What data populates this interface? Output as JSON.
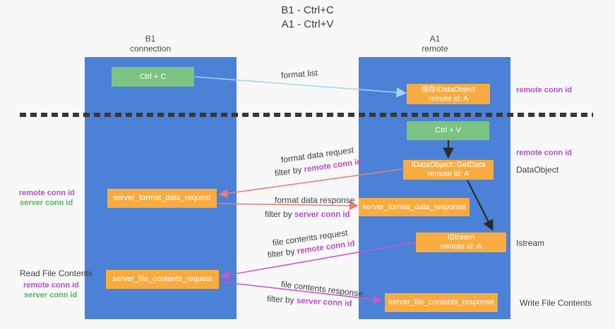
{
  "title": {
    "line1": "B1 - Ctrl+C",
    "line2": "A1 - Ctrl+V"
  },
  "columns": {
    "left": {
      "name": "B1",
      "subtitle": "connection"
    },
    "right": {
      "name": "A1",
      "subtitle": "remote"
    }
  },
  "boxes": {
    "ctrl_c": "Ctrl + C",
    "ctrl_v": "Ctrl + V",
    "save_dataobject": {
      "line1": "保存IDataObject",
      "line2": "remote id: A"
    },
    "getdata": {
      "line1": "IDataObject::GetData",
      "line2": "remote id: A"
    },
    "istream": {
      "line1": "IStream",
      "line2": "remote id: A"
    },
    "format_request": "server_format_data_request",
    "format_response": "server_format_data_response",
    "file_request": "server_file_contents_request",
    "file_response": "server_file_contents_response"
  },
  "labels": {
    "format_list": "format list",
    "format_data_request": "format data request",
    "format_data_response": "format data response",
    "file_contents_request": "file contents request",
    "file_contents_response": "file contents response",
    "filter_by": "filter by ",
    "remote_conn_id": "remote conn id",
    "server_conn_id": "server conn id",
    "dataobject": "DataObject",
    "istream": "Istream",
    "read_file_contents": "Read File Contents",
    "write_file_contents": "Write File Contents"
  },
  "colors": {
    "column_blue": "#4b81d6",
    "box_green": "#7dc382",
    "box_orange": "#f9ab3f",
    "purple_text": "#b44fc8",
    "green_text": "#53b757",
    "arrow_red": "#e97c76",
    "arrow_magenta": "#c958c9",
    "arrow_lightblue": "#a6d3f3",
    "arrow_black": "#2a2a2a",
    "background": "#f8f8f8"
  }
}
